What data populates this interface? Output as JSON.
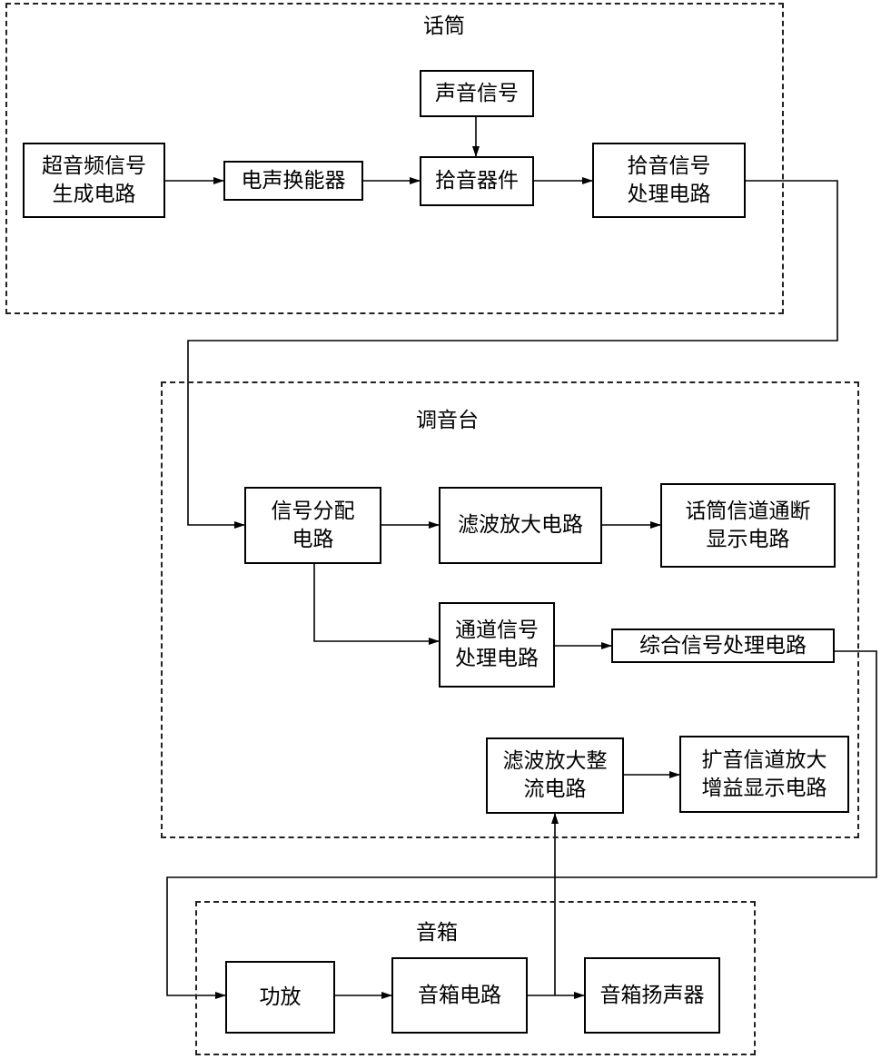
{
  "groups": {
    "microphone": "话筒",
    "mixer": "调音台",
    "speaker": "音箱"
  },
  "blocks": {
    "ultrasonic_gen": [
      "超音频信号",
      "生成电路"
    ],
    "transducer": [
      "电声换能器"
    ],
    "sound_signal": [
      "声音信号"
    ],
    "pickup": [
      "拾音器件"
    ],
    "pickup_proc": [
      "拾音信号",
      "处理电路"
    ],
    "signal_dist": [
      "信号分配",
      "电路"
    ],
    "filter_amp": [
      "滤波放大电路"
    ],
    "mic_display": [
      "话筒信道通断",
      "显示电路"
    ],
    "channel_proc": [
      "通道信号",
      "处理电路"
    ],
    "combined_proc": [
      "综合信号处理电路"
    ],
    "filter_rect": [
      "滤波放大整",
      "流电路"
    ],
    "gain_display": [
      "扩音信道放大",
      "增益显示电路"
    ],
    "power_amp": [
      "功放"
    ],
    "speaker_circuit": [
      "音箱电路"
    ],
    "loudspeaker": [
      "音箱扬声器"
    ]
  }
}
